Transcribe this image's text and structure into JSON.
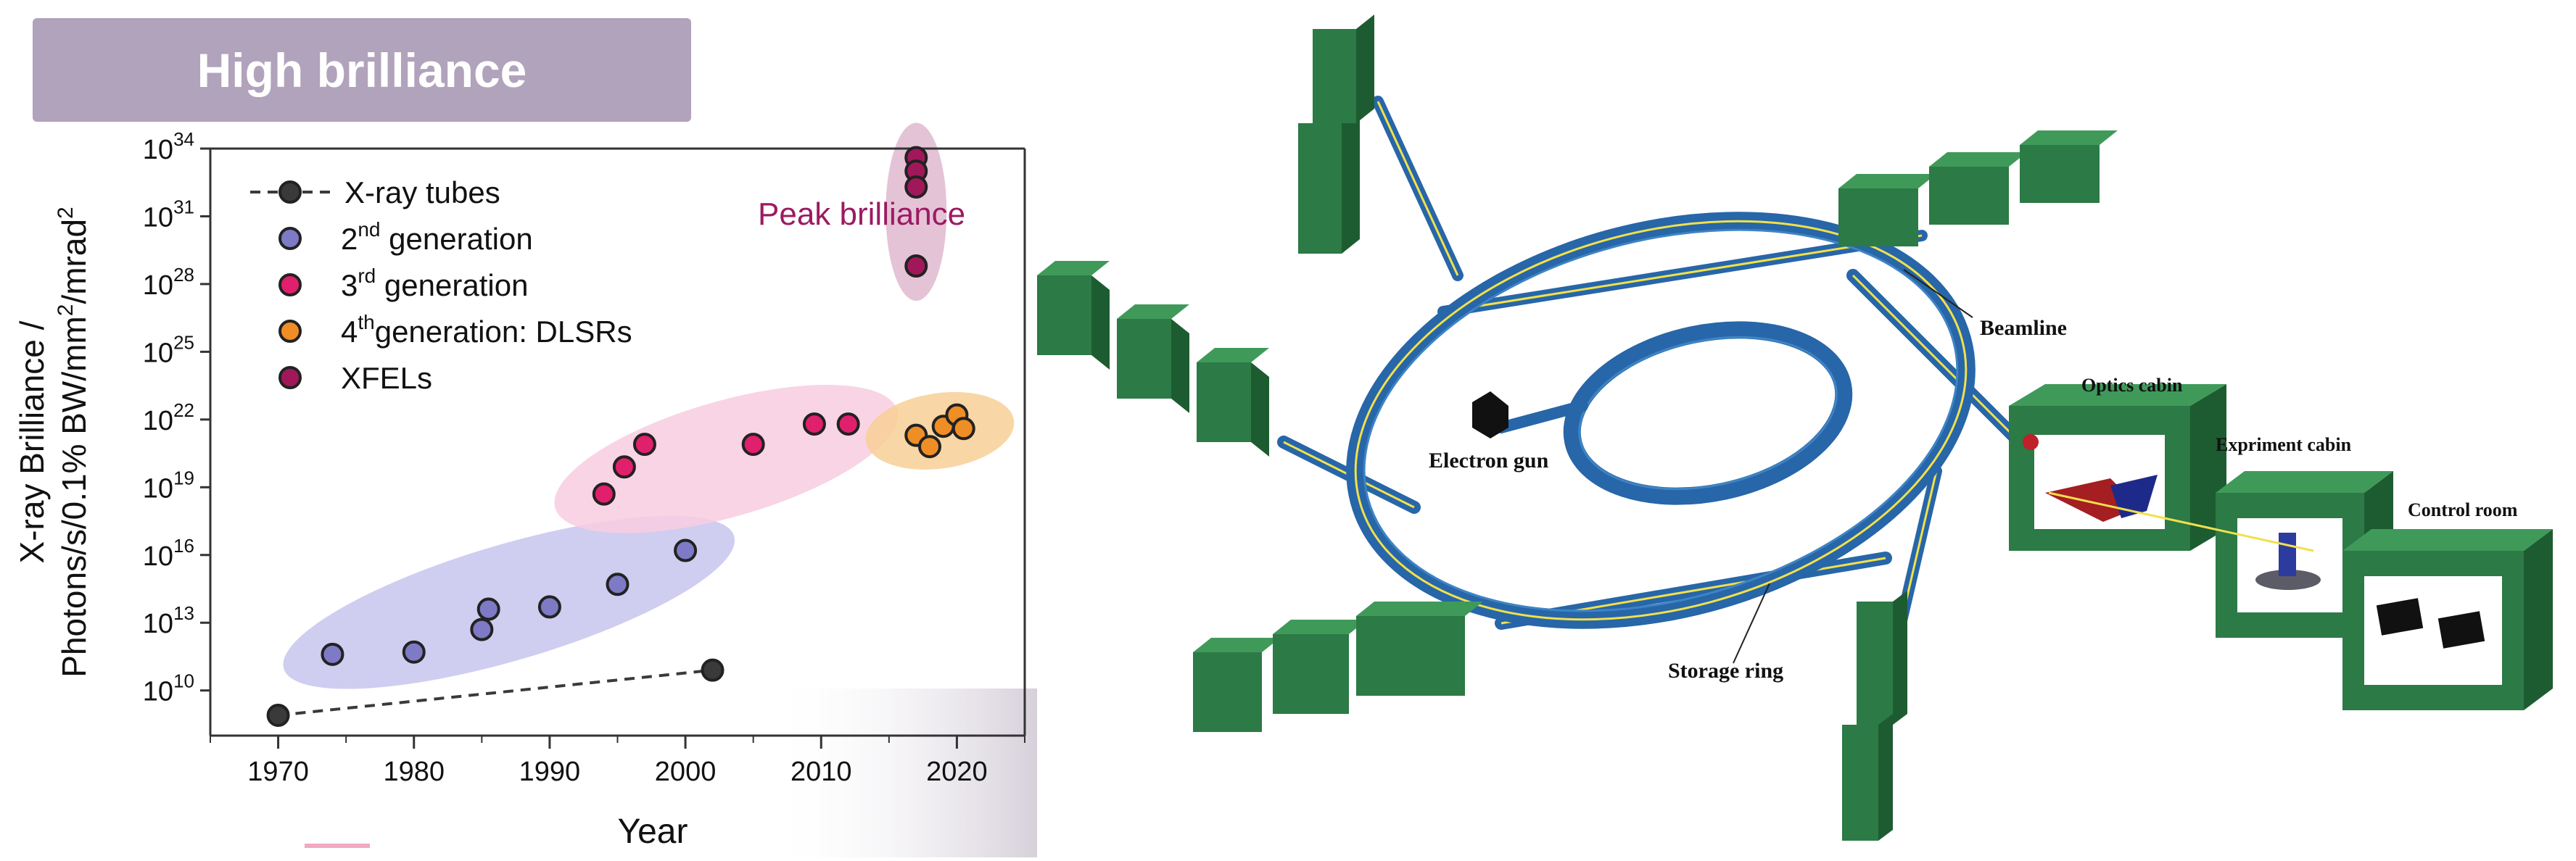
{
  "banner": {
    "title": "High brilliance"
  },
  "chart_data": {
    "type": "scatter",
    "xlabel": "Year",
    "ylabel_line1": "X-ray Brilliance /",
    "ylabel_line2_parts": [
      "Photons/s/0.1% BW/mm",
      "2",
      "/mrad",
      "2"
    ],
    "x_ticks": [
      1970,
      1980,
      1990,
      2000,
      2010,
      2020
    ],
    "xlim": [
      1965,
      2025
    ],
    "y_scale": "log",
    "y_ticks_exponents": [
      10,
      13,
      16,
      19,
      22,
      25,
      28,
      31,
      34
    ],
    "y_tick_base": "10",
    "ylim_exponents": [
      8,
      34
    ],
    "annotation": "Peak brilliance",
    "legend_position": "top-left",
    "series": [
      {
        "key": "xray",
        "name": "X-ray tubes",
        "name_sup": "",
        "name_suffix": "",
        "color": "#3a3a3a",
        "style": "dashed-line",
        "points": [
          [
            1970,
            8.9
          ],
          [
            2002,
            10.9
          ]
        ]
      },
      {
        "key": "gen2",
        "name": "2",
        "name_sup": "nd",
        "name_suffix": " generation",
        "color": "#7e7ac6",
        "points": [
          [
            1974,
            11.6
          ],
          [
            1980,
            11.7
          ],
          [
            1985,
            12.7
          ],
          [
            1985.5,
            13.6
          ],
          [
            1990,
            13.7
          ],
          [
            1995,
            14.7
          ],
          [
            2000,
            16.2
          ]
        ]
      },
      {
        "key": "gen3",
        "name": "3",
        "name_sup": "rd",
        "name_suffix": " generation",
        "color": "#e0206c",
        "points": [
          [
            1994,
            18.7
          ],
          [
            1995.5,
            19.9
          ],
          [
            1997,
            20.9
          ],
          [
            2005,
            20.9
          ],
          [
            2009.5,
            21.8
          ],
          [
            2012,
            21.8
          ]
        ]
      },
      {
        "key": "gen4",
        "name": "4",
        "name_sup": "th",
        "name_suffix": "generation: DLSRs",
        "color": "#ef8e25",
        "points": [
          [
            2017,
            21.3
          ],
          [
            2018,
            20.8
          ],
          [
            2019,
            21.7
          ],
          [
            2020,
            22.2
          ],
          [
            2020.5,
            21.6
          ]
        ]
      },
      {
        "key": "xfel",
        "name": "XFELs",
        "name_sup": "",
        "name_suffix": "",
        "color": "#a0185a",
        "points": [
          [
            2017,
            33.6
          ],
          [
            2017,
            33.0
          ],
          [
            2017,
            32.3
          ],
          [
            2017,
            28.8
          ]
        ]
      }
    ],
    "regions": [
      {
        "series": "gen2",
        "color": "#c7c4ed"
      },
      {
        "series": "gen3",
        "color": "#f8cce0"
      },
      {
        "series": "gen4",
        "color": "#f8cf95"
      },
      {
        "series": "xfel",
        "color": "#dfb9cf"
      }
    ]
  },
  "diagram": {
    "labels": {
      "beamline": "Beamline",
      "optics_cabin": "Optics cabin",
      "experiment_cabin": "Expriment cabin",
      "control_room": "Control room",
      "electron_gun": "Electron gun",
      "storage_ring": "Storage ring"
    },
    "colors": {
      "ring": "#2766a8",
      "ring_light": "#3e84c4",
      "beam": "#f2e04b",
      "cabin_front": "#2c7a45",
      "cabin_side": "#1d5c31",
      "cabin_top": "#3f9a5a"
    }
  }
}
